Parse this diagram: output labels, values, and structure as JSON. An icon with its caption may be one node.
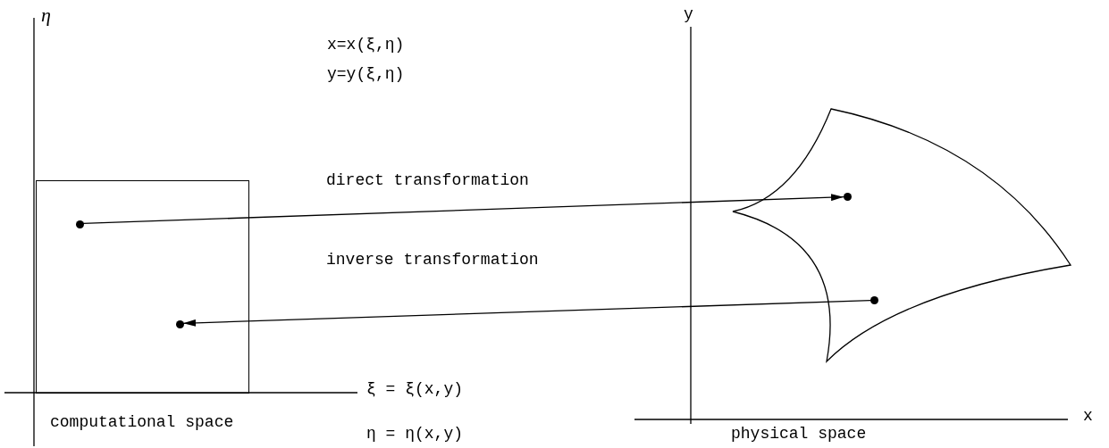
{
  "diagram": {
    "nodes": [
      {
        "text": [],
        "shape": "box"
      },
      {
        "text": [],
        "shape": "circle",
        "in": 0
      },
      {
        "text": [],
        "shape": "circle",
        "in": 0
      },
      {
        "text": [],
        "shape": "region"
      },
      {
        "text": [],
        "shape": "circle",
        "in": 3
      },
      {
        "text": [],
        "shape": "circle",
        "in": 3
      }
    ],
    "edges": [
      {
        "from": 1,
        "to": 4,
        "arrow": "to",
        "label": "direct transformation"
      },
      {
        "from": 5,
        "to": 2,
        "arrow": "to",
        "label": "inverse transformation"
      }
    ],
    "labels": [
      "η",
      "x=x(ξ,η)",
      "y=y(ξ,η)",
      "y",
      "ξ = ξ(x,y)",
      "x",
      "computational space",
      "η = η(x,y)",
      "physical space"
    ]
  }
}
